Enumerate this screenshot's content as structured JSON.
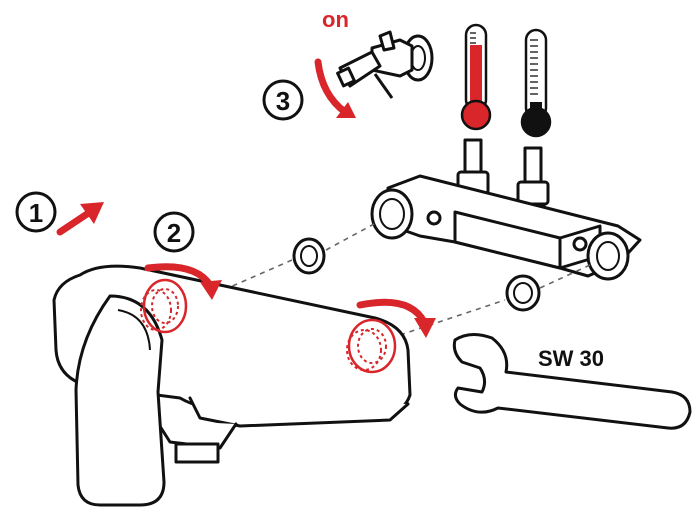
{
  "steps": [
    {
      "number": "1"
    },
    {
      "number": "2"
    },
    {
      "number": "3"
    }
  ],
  "valve_state_label": "on",
  "wrench_size_label": "SW 30",
  "colors": {
    "accent_red": "#d9262b",
    "line_black": "#111111",
    "dash_gray": "#666666",
    "background": "#ffffff"
  },
  "icons": {
    "hot_thermometer": "thermometer-hot-icon",
    "cold_thermometer": "thermometer-cold-icon"
  }
}
